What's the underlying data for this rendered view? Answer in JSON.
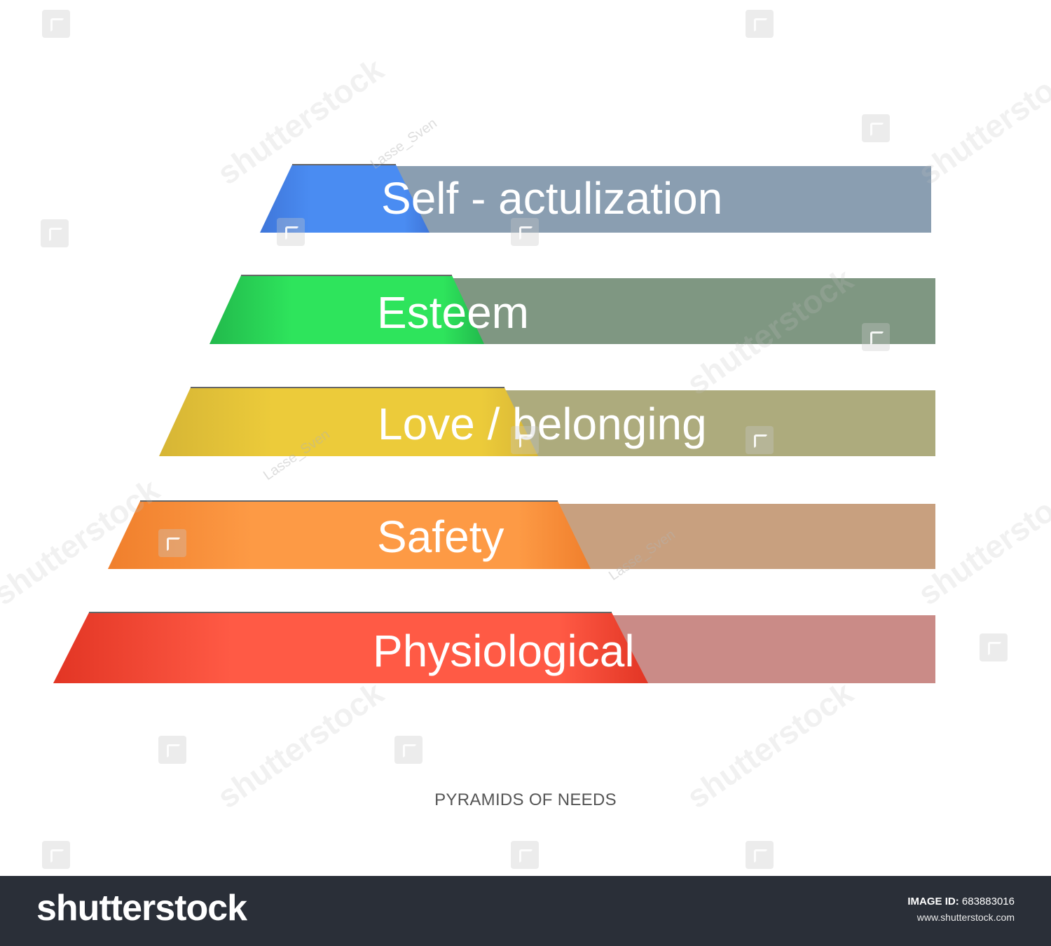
{
  "levels": [
    {
      "label": "Self - actulization",
      "trap_color_start": "#3f76d9",
      "trap_color_end": "#4a8cf2",
      "bar_color": "#8a9eb1"
    },
    {
      "label": "Esteem",
      "trap_color_start": "#22b94c",
      "trap_color_end": "#2ee45c",
      "bar_color": "#7f9782"
    },
    {
      "label": "Love / belonging",
      "trap_color_start": "#d6b535",
      "trap_color_end": "#eccb3a",
      "bar_color": "#adab7d"
    },
    {
      "label": "Safety",
      "trap_color_start": "#f07f2c",
      "trap_color_end": "#fd9a45",
      "bar_color": "#c8a07f"
    },
    {
      "label": "Physiological",
      "trap_color_start": "#e23524",
      "trap_color_end": "#ff5a45",
      "bar_color": "#ca8b87"
    }
  ],
  "caption": "PYRAMIDS OF NEEDS",
  "watermark": {
    "brand": "shutterstock",
    "author": "Lasse_Sven"
  },
  "footer": {
    "logo": "shutterstock",
    "image_id_label": "IMAGE ID:",
    "image_id": "683883016",
    "site": "www.shutterstock.com"
  }
}
